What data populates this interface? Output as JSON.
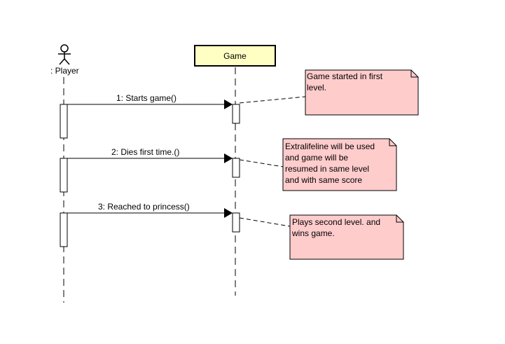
{
  "colors": {
    "lifeline_fill": "#ffffc4",
    "note_fill": "#ffcccc",
    "line": "#000000"
  },
  "actor": {
    "name": ": Player",
    "icon": "stick-figure-icon"
  },
  "lifeline": {
    "name": "Game"
  },
  "messages": [
    {
      "label": "1: Starts game()"
    },
    {
      "label": "2: Dies first time.()"
    },
    {
      "label": "3: Reached to princess()"
    }
  ],
  "notes": [
    {
      "lines": [
        "Game started in first",
        "level."
      ]
    },
    {
      "lines": [
        "Extralifeline will be used",
        "and game will be",
        "resumed in same level",
        "and with same score"
      ]
    },
    {
      "lines": [
        "Plays second level. and",
        "wins game."
      ]
    }
  ]
}
